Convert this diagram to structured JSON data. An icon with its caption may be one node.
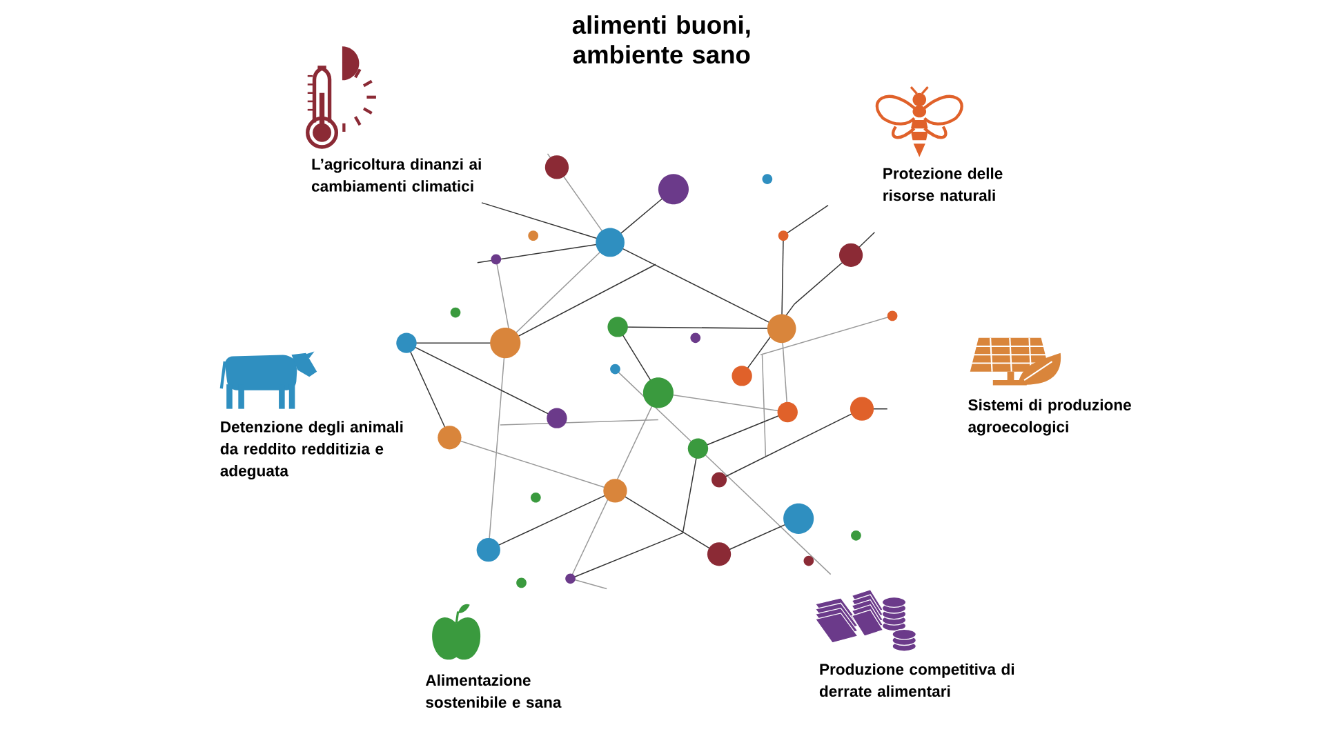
{
  "diagram": {
    "title": "alimenti buoni, ambiente sano",
    "labels": [
      "L’agricoltura dinanzi ai cambiamenti climatici",
      "Protezione delle risorse naturali",
      "Sistemi di produzione agroecologici",
      "Detenzione degli animali da reddito redditizia e adeguata",
      "Produzione competitiva di derrate alimentari",
      "Alimentazione sostenibile e sana"
    ]
  }
}
